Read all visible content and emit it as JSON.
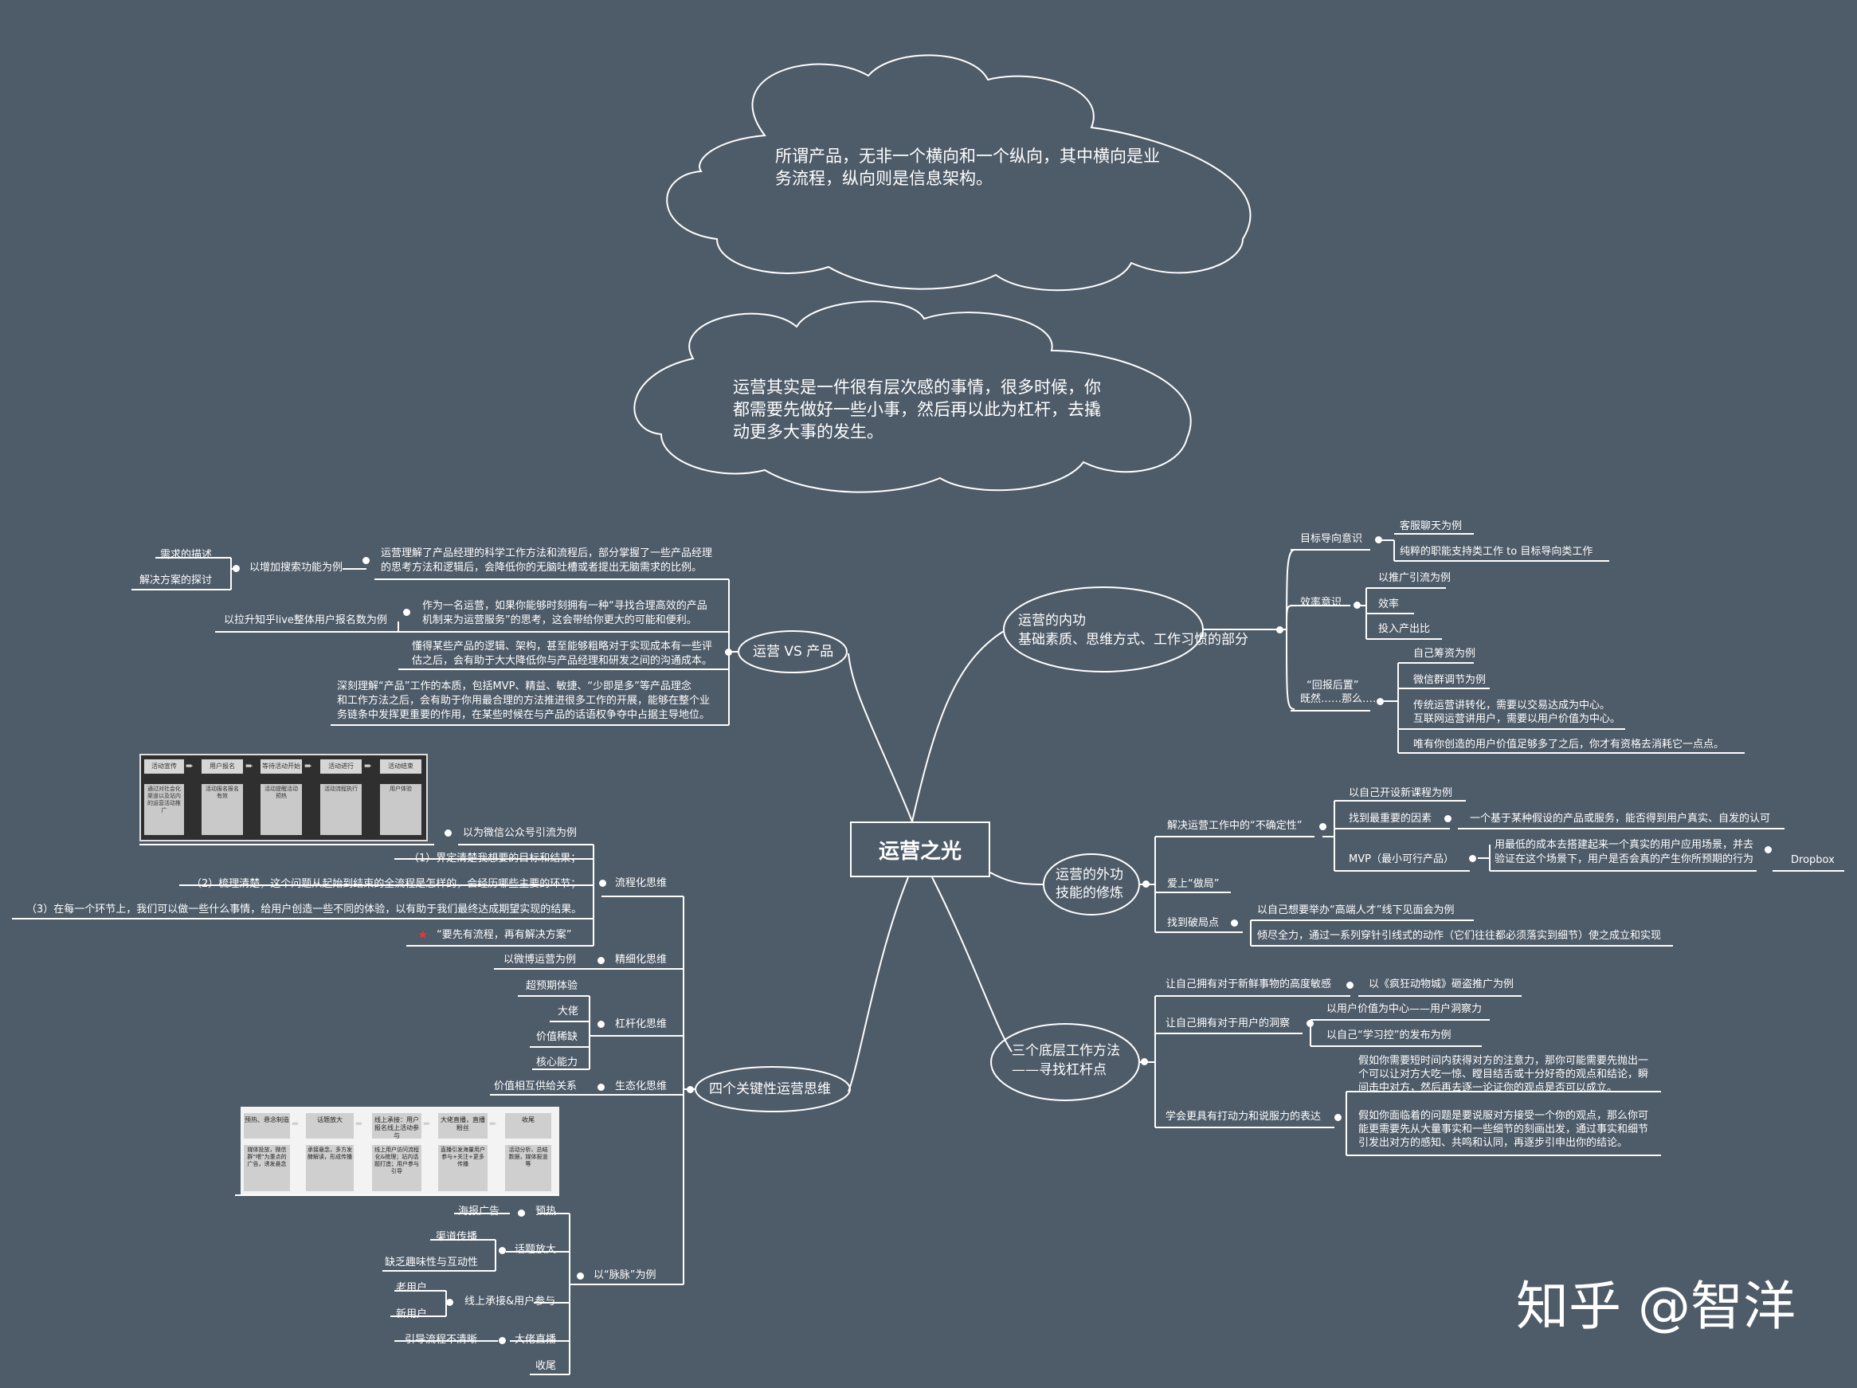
{
  "center": "运营之光",
  "cloud1": [
    "所谓产品，无非一个横向和一个纵向，其中横向是业",
    "务流程，纵向则是信息架构。"
  ],
  "cloud2": [
    "运营其实是一件很有层次感的事情，很多时候，你",
    "都需要先做好一些小事，然后再以此为杠杆，去撬",
    "动更多大事的发生。"
  ],
  "branch_inner": {
    "title": [
      "运营的内功",
      "基础素质、思维方式、工作习惯的部分"
    ],
    "goal": "目标导向意识",
    "goal_items": [
      "客服聊天为例",
      "纯粹的职能支持类工作  to  目标导向类工作"
    ],
    "efficiency": "效率意识",
    "efficiency_items": [
      "以推广引流为例",
      "效率",
      "投入产出比"
    ],
    "feedback": [
      "“回报后置”",
      "既然……那么……"
    ],
    "feedback_items": [
      "自己筹资为例",
      "微信群调节为例",
      "传统运营讲转化，需要以交易达成为中心。",
      "互联网运营讲用户，需要以用户价值为中心。",
      "唯有你创造的用户价值足够多了之后，你才有资格去消耗它一点点。"
    ]
  },
  "branch_outer": {
    "title": [
      "运营的外功",
      "技能的修炼"
    ],
    "uncertain": "解决运营工作中的“不确定性”",
    "uncertain_items": [
      "以自己开设新课程为例",
      "找到最重要的因素",
      "一个基于某种假设的产品或服务，能否得到用户真实、自发的认可",
      "MVP（最小可行产品）",
      "用最低的成本去搭建起来一个真实的用户应用场景，并去",
      "验证在这个场景下，用户是否会真的产生你所预期的行为",
      "Dropbox"
    ],
    "love": "爱上“做局”",
    "breakpoint": "找到破局点",
    "breakpoint_items": [
      "以自己想要举办“高端人才”线下见面会为例",
      "倾尽全力，通过一系列穿针引线式的动作（它们往往都必须落实到细节）使之成立和实现"
    ]
  },
  "branch_bottom": {
    "title": [
      "三个底层工作方法",
      "——寻找杠杆点"
    ],
    "sensitivity": "让自己拥有对于新鲜事物的高度敏感",
    "sensitivity_item": "以《疯狂动物城》砸盗推广为例",
    "insight": "让自己拥有对于用户的洞察",
    "insight_items": [
      "以用户价值为中心——用户洞察力",
      "以自己“学习控”的发布为例"
    ],
    "persuade": "学会更具有打动力和说服力的表达",
    "persuade_items": [
      [
        "假如你需要短时间内获得对方的注意力，那你可能需要先抛出一",
        "个可以让对方大吃一惊、瞠目结舌或十分好奇的观点和结论，瞬",
        "间击中对方，然后再去逐一论证你的观点是否可以成立。"
      ],
      [
        "假如你面临着的问题是要说服对方接受一个你的观点，那么你可",
        "能更需要先从大量事实和一些细节的刻画出发，通过事实和细节",
        "引发出对方的感知、共鸣和认同，再逐步引申出你的结论。"
      ]
    ]
  },
  "branch_vs": {
    "title": "运营 VS 产品",
    "search": "以增加搜索功能为例",
    "search_items": [
      "需求的描述",
      "解决方案的探讨"
    ],
    "p1": [
      "运营理解了产品经理的科学工作方法和流程后，部分掌握了一些产品经理",
      "的思考方法和逻辑后，会降低你的无脑吐槽或者提出无脑需求的比例。"
    ],
    "live": "以拉升知乎live整体用户报名数为例",
    "p2": [
      "作为一名运营，如果你能够时刻拥有一种“寻找合理高效的产品",
      "机制来为运营服务”的思考，这会带给你更大的可能和便利。"
    ],
    "p3": [
      "懂得某些产品的逻辑、架构，甚至能够粗略对于实现成本有一些评",
      "估之后，会有助于大大降低你与产品经理和研发之间的沟通成本。"
    ],
    "p4": [
      "深刻理解“产品”工作的本质，包括MVP、精益、敏捷、“少即是多”等产品理念",
      "和工作方法之后，会有助于你用最合理的方法推进很多工作的开展，能够在整个业",
      "务链条中发挥更重要的作用，在某些时候在与产品的话语权争夺中占据主导地位。"
    ]
  },
  "branch_four": {
    "title": "四个关键性运营思维",
    "flow": "流程化思维",
    "flow_example": "以为微信公众号引流为例",
    "flow_items": [
      "（1）界定清楚我想要的目标和结果；",
      "（2）梳理清楚，这个问题从起始到结束的全流程是怎样的，会经历哪些主要的环节；",
      "（3）在每一个环节上，我们可以做一些什么事情，给用户创造一些不同的体验，以有助于我们最终达成期望实现的结果。",
      "“要先有流程，再有解决方案”"
    ],
    "fine": "精细化思维",
    "fine_item": "以微博运营为例",
    "lever": "杠杆化思维",
    "lever_items": [
      "超预期体验",
      "大佬",
      "价值稀缺",
      "核心能力"
    ],
    "eco": "生态化思维",
    "eco_item": "价值相互供给关系",
    "mailuo": "以“脉脉”为例",
    "mailuo_items": {
      "yure": "预热",
      "yure_sub": "海报广告",
      "huati": "话题放大",
      "huati_subs": [
        "渠道传播",
        "缺乏趣味性与互动性"
      ],
      "online": "线上承接&用户参与",
      "online_subs": [
        "老用户",
        "新用户"
      ],
      "live": "大佬直播",
      "live_sub": "引导流程不清晰",
      "end": "收尾"
    }
  },
  "image1": {
    "heads": [
      "活动宣传",
      "用户报名",
      "等待活动开始",
      "活动进行",
      "活动结束"
    ],
    "bodies": [
      "通过对社会化渠道以及站内的运营活动推广",
      "活动报名报名有效",
      "活动提醒活动预热",
      "活动流程执行",
      "用户体验"
    ]
  },
  "image2": {
    "heads": [
      "预热、悬念制造",
      "话题放大",
      "线上承接：用户报名线上活动参与",
      "大佬直播，直播粉丝",
      "收尾"
    ],
    "bodies": [
      "媒体投放，微信群“喂”为重点的广告，诱发悬念",
      "承接悬念，多方发酵解读，形成传播",
      "线上用户访问流程化&梳理；站内话题打造；用户参与引导",
      "直播引发海量用户参与+关注+更多传播",
      "活动分析、总结数据，媒体报道等"
    ]
  },
  "logo": "知乎 @智洋"
}
